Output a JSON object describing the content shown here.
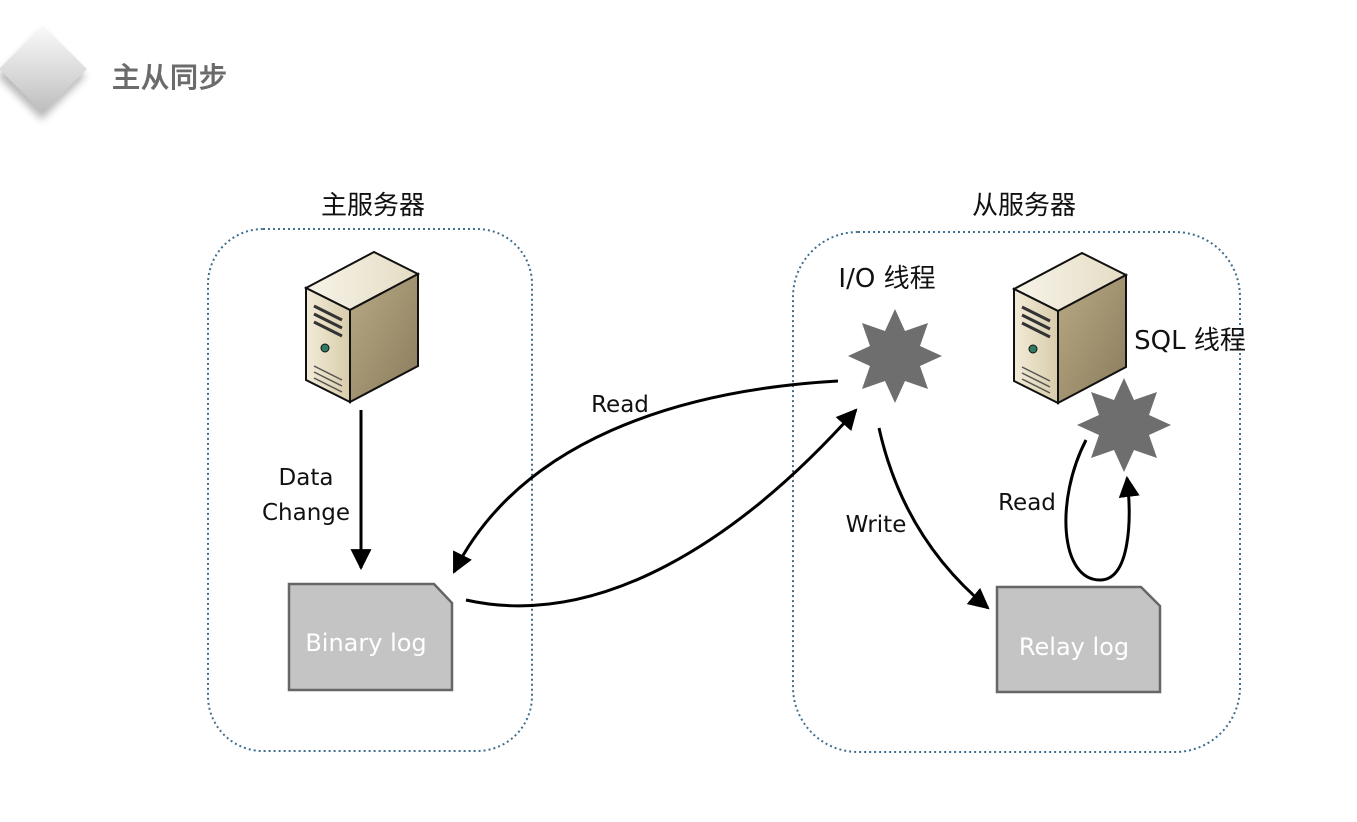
{
  "header": {
    "title": "主从同步"
  },
  "master": {
    "label": "主服务器",
    "data_change_line1": "Data",
    "data_change_line2": "Change",
    "binary_log": "Binary log"
  },
  "slave": {
    "label": "从服务器",
    "io_thread": "I/O 线程",
    "sql_thread": "SQL 线程",
    "relay_log": "Relay log",
    "write_label": "Write",
    "sql_read_label": "Read"
  },
  "replication": {
    "read_label": "Read"
  },
  "colors": {
    "group_border": "#3f6e8f",
    "log_fill": "#c4c4c4",
    "log_border": "#666666",
    "gear_fill": "#6e6e6e",
    "arrow": "#000000"
  },
  "icons": {
    "server": "server-icon",
    "thread": "gear-star-icon"
  }
}
